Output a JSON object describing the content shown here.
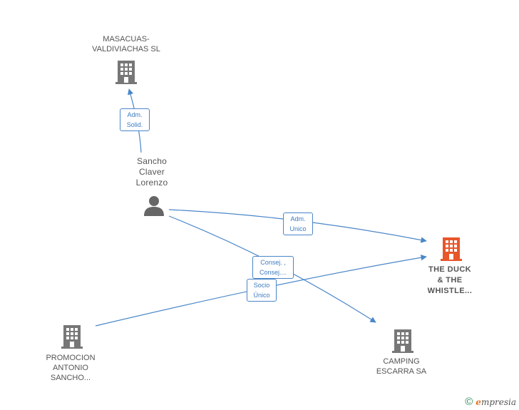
{
  "colors": {
    "edge": "#4a86c8",
    "company": "#777777",
    "highlight": "#e8562a",
    "person": "#666666"
  },
  "nodes": {
    "masacuas": {
      "label": "MASACUAS-\nVALDIVIACHAS SL",
      "icon": "building-icon"
    },
    "sancho": {
      "label": "Sancho\nClaver\nLorenzo",
      "icon": "person-icon"
    },
    "duck": {
      "label": "THE DUCK\n& THE\nWHISTLE...",
      "icon": "building-icon"
    },
    "promocion": {
      "label": "PROMOCION\nANTONIO\nSANCHO...",
      "icon": "building-icon"
    },
    "camping": {
      "label": "CAMPING\nESCARRA SA",
      "icon": "building-icon"
    }
  },
  "edges": {
    "adm_solid": {
      "label": "Adm.\nSolid."
    },
    "adm_unico": {
      "label": "Adm.\nUnico"
    },
    "consej": {
      "label": "Consej. ,\nConsej...."
    },
    "socio": {
      "label": "Socio\nÚnico"
    }
  },
  "footer": {
    "copyright": "©",
    "brand_initial": "e",
    "brand_rest": "mpresia"
  }
}
